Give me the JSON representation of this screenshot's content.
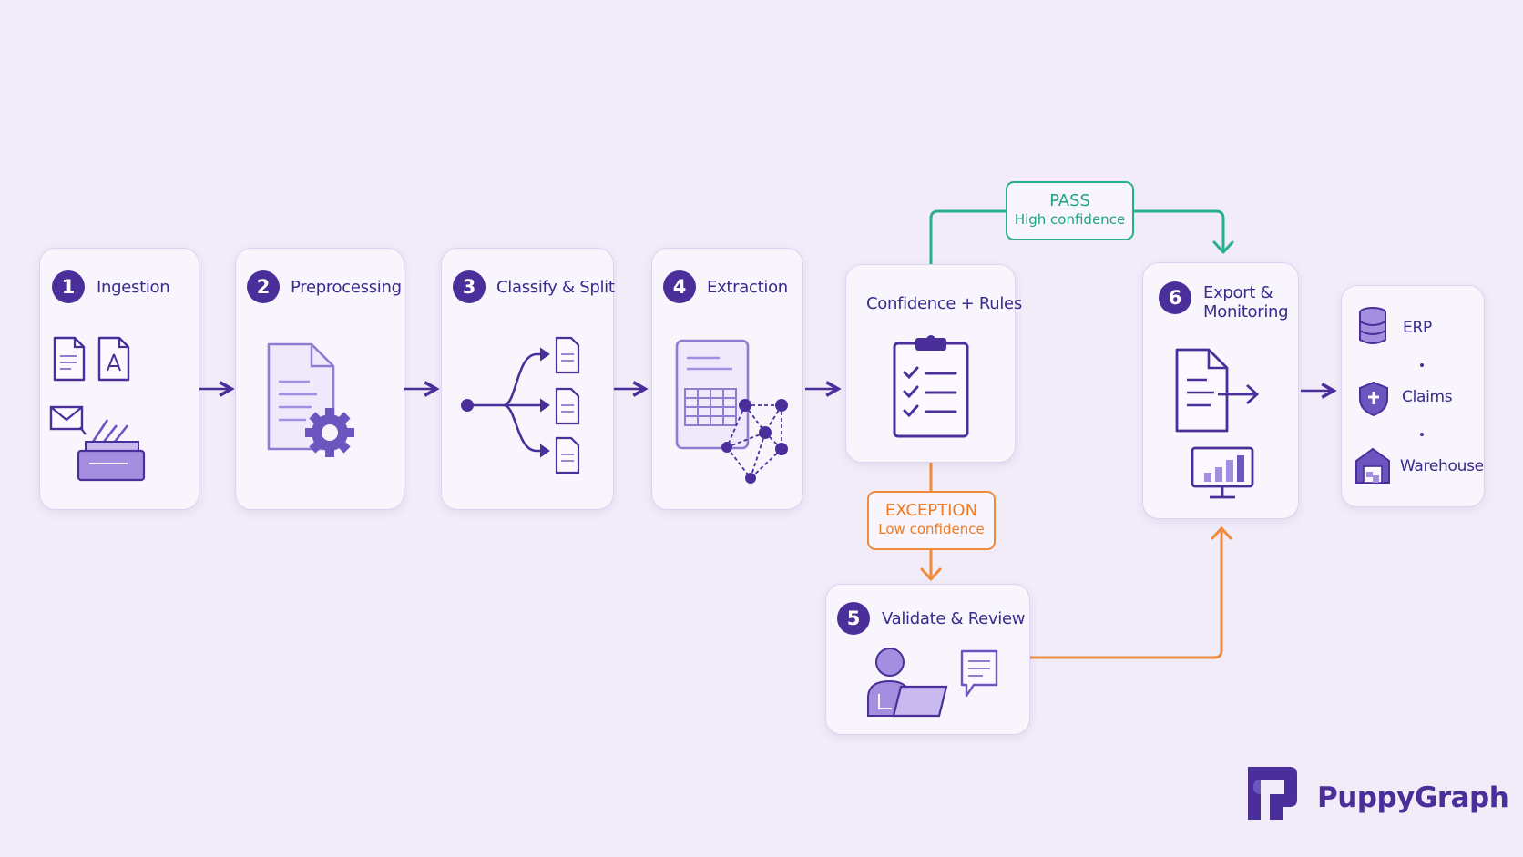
{
  "steps": {
    "ingestion": {
      "num": "1",
      "label": "Ingestion"
    },
    "preprocessing": {
      "num": "2",
      "label": "Preprocessing"
    },
    "classify": {
      "num": "3",
      "label": "Classify & Split"
    },
    "extraction": {
      "num": "4",
      "label": "Extraction"
    },
    "confidence": {
      "label": "Confidence + Rules"
    },
    "validate": {
      "num": "5",
      "label": "Validate & Review"
    },
    "export": {
      "num": "6",
      "line1": "Export &",
      "line2": "Monitoring"
    }
  },
  "pass": {
    "title": "PASS",
    "subtitle": "High confidence"
  },
  "exception": {
    "title": "EXCEPTION",
    "subtitle": "Low confidence"
  },
  "destinations": [
    "ERP",
    "Claims",
    "Warehouse"
  ],
  "brand": {
    "name": "PuppyGraph"
  },
  "colors": {
    "primary": "#4a2f9a",
    "pass": "#1fa482",
    "exception": "#ee7a24",
    "background": "#f1ecf8"
  }
}
